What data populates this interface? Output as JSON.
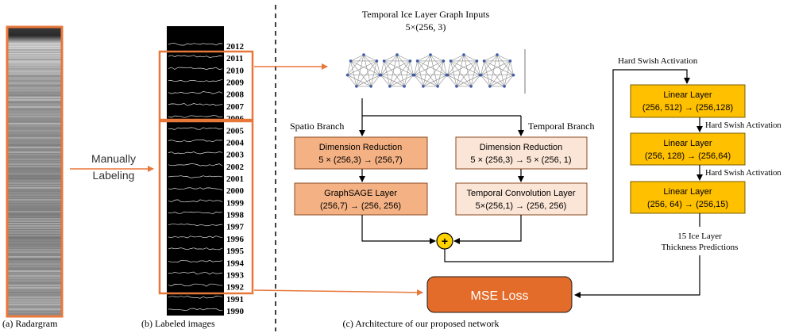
{
  "panel_a": {
    "caption": "(a) Radargram"
  },
  "manual_label": {
    "line1": "Manually",
    "line2": "Labeling"
  },
  "panel_b": {
    "caption": "(b) Labeled images",
    "years": [
      "2012",
      "2011",
      "2010",
      "2009",
      "2008",
      "2007",
      "2006",
      "2005",
      "2004",
      "2003",
      "2002",
      "2001",
      "2000",
      "1999",
      "1998",
      "1997",
      "1996",
      "1995",
      "1994",
      "1993",
      "1992",
      "1991",
      "1990"
    ]
  },
  "panel_c": {
    "caption": "(c) Architecture of our proposed network",
    "inputs_title": "Temporal Ice Layer Graph Inputs",
    "inputs_shape": "5×(256, 3)",
    "spatio_branch": "Spatio Branch",
    "temporal_branch": "Temporal Branch",
    "spatio_dimred": {
      "title": "Dimension Reduction",
      "shape": "5 × (256,3) → (256,7)"
    },
    "graphsage": {
      "title": "GraphSAGE Layer",
      "shape": "(256,7) → (256, 256)"
    },
    "temporal_dimred": {
      "title": "Dimension Reduction",
      "shape": "5 × (256,3) → 5 × (256, 1)"
    },
    "temporal_conv": {
      "title": "Temporal Convolution Layer",
      "shape": "5×(256,1) → (256, 256)"
    },
    "plus": "+",
    "hard_swish": "Hard Swish Activation",
    "linear1": {
      "title": "Linear Layer",
      "shape": "(256, 512) → (256,128)"
    },
    "linear2": {
      "title": "Linear Layer",
      "shape": "(256, 128) → (256,64)"
    },
    "linear3": {
      "title": "Linear Layer",
      "shape": "(256, 64) → (256,15)"
    },
    "predictions_line1": "15 Ice Layer",
    "predictions_line2": "Thickness Predictions",
    "mse_loss": "MSE Loss"
  },
  "colors": {
    "orange_border": "#E8773A",
    "spatio_fill": "#F4B183",
    "temporal_fill": "#FBE5D6",
    "linear_fill": "#FFC000",
    "mse_fill": "#E46C2A",
    "plus_fill": "#FFD200"
  }
}
